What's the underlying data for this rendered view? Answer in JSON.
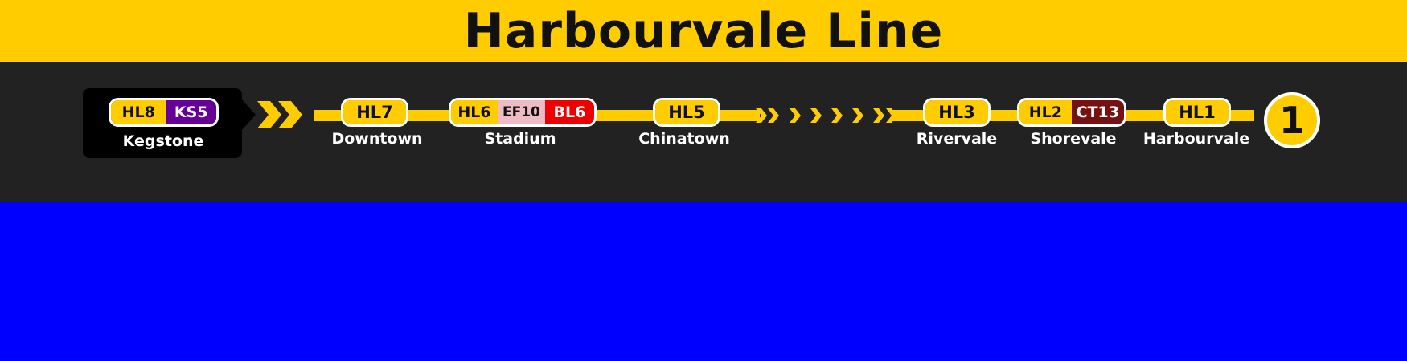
{
  "header": {
    "title": "Harbourvale Line"
  },
  "colors": {
    "line": "#ffcc00",
    "header_bg": "#ffcc00",
    "strip_bg": "#222222",
    "page_bg": "#0000ff",
    "current_box": "#000000",
    "ks_purple": "#660099",
    "ef_pink": "#eebbc4",
    "bl_red": "#ee0000",
    "ct_maroon": "#771111"
  },
  "current_station": {
    "name": "Kegstone",
    "codes": [
      {
        "code": "HL8",
        "color": "#ffcc00",
        "text_color": "#111111"
      },
      {
        "code": "KS5",
        "color": "#660099",
        "text_color": "#ffffff"
      }
    ]
  },
  "stations": [
    {
      "name": "Downtown",
      "codes": [
        {
          "code": "HL7",
          "color": "#ffcc00",
          "text_color": "#111111"
        }
      ]
    },
    {
      "name": "Stadium",
      "codes": [
        {
          "code": "HL6",
          "color": "#ffcc00",
          "text_color": "#111111"
        },
        {
          "code": "EF10",
          "color": "#eebbc4",
          "text_color": "#111111"
        },
        {
          "code": "BL6",
          "color": "#ee0000",
          "text_color": "#ffffff"
        }
      ]
    },
    {
      "name": "Chinatown",
      "codes": [
        {
          "code": "HL5",
          "color": "#ffcc00",
          "text_color": "#111111"
        }
      ]
    },
    {
      "name": "Rivervale",
      "codes": [
        {
          "code": "HL3",
          "color": "#ffcc00",
          "text_color": "#111111"
        }
      ]
    },
    {
      "name": "Shorevale",
      "codes": [
        {
          "code": "HL2",
          "color": "#ffcc00",
          "text_color": "#111111"
        },
        {
          "code": "CT13",
          "color": "#771111",
          "text_color": "#ffffff"
        }
      ]
    },
    {
      "name": "Harbourvale",
      "codes": [
        {
          "code": "HL1",
          "color": "#ffcc00",
          "text_color": "#111111"
        }
      ]
    }
  ],
  "terminus": {
    "number": "1"
  },
  "icons": {
    "direction": "double-chevron-right-icon",
    "skipped": "small-chevron-right-icon"
  }
}
